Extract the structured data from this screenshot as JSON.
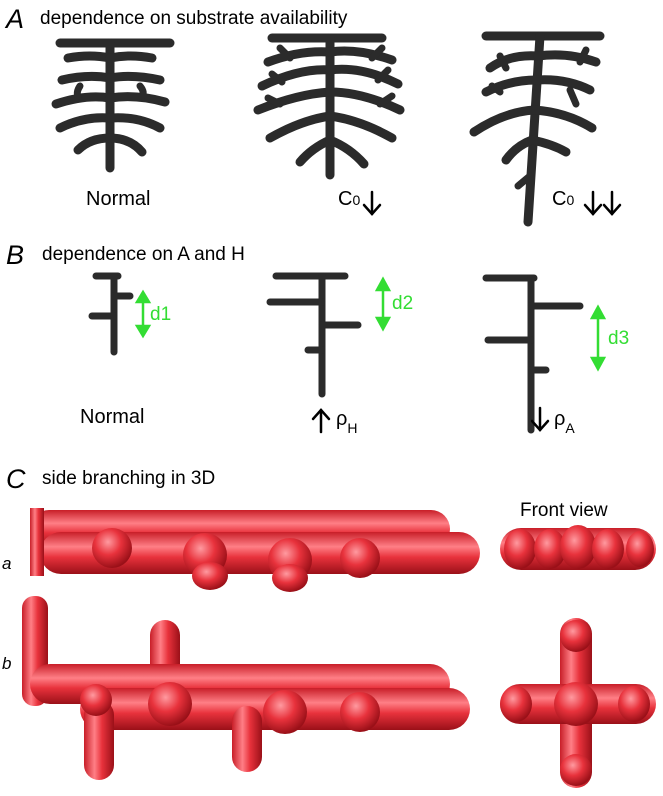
{
  "panel_a": {
    "letter": "A",
    "title": "dependence on substrate availability",
    "captions": {
      "normal": "Normal",
      "c0_one": "C",
      "c0_two": "C",
      "subscript": "0"
    }
  },
  "panel_b": {
    "letter": "B",
    "title": "dependence on A and H",
    "normal": "Normal",
    "rho_h": "ρ",
    "rho_h_sub": "H",
    "rho_a": "ρ",
    "rho_a_sub": "A",
    "distances": [
      "d1",
      "d2",
      "d3"
    ]
  },
  "panel_c": {
    "letter": "C",
    "title": "side branching in 3D",
    "front_view": "Front view",
    "rows": [
      "a",
      "b"
    ]
  },
  "colors": {
    "branch": "#2b2b2b",
    "green": "#33dd33",
    "tube": "#e8323c",
    "tube_light": "#ff8a90",
    "tube_dark": "#a8141c"
  }
}
